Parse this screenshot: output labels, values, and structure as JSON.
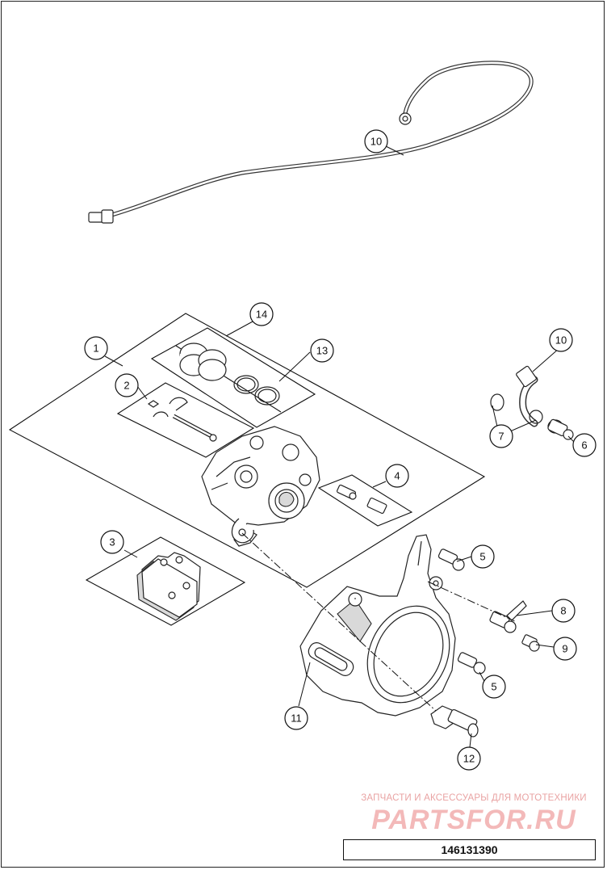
{
  "diagram": {
    "callouts": {
      "c1": "1",
      "c2": "2",
      "c3": "3",
      "c4": "4",
      "c5a": "5",
      "c5b": "5",
      "c6": "6",
      "c7": "7",
      "c8": "8",
      "c9": "9",
      "c10a": "10",
      "c10b": "10",
      "c11": "11",
      "c12": "12",
      "c13": "13",
      "c14": "14"
    }
  },
  "watermark": {
    "tagline": "ЗАПЧАСТИ И АКСЕССУАРЫ ДЛЯ МОТОТЕХНИКИ",
    "logo": "PARTSFOR.RU"
  },
  "drawing_number": "146131390"
}
